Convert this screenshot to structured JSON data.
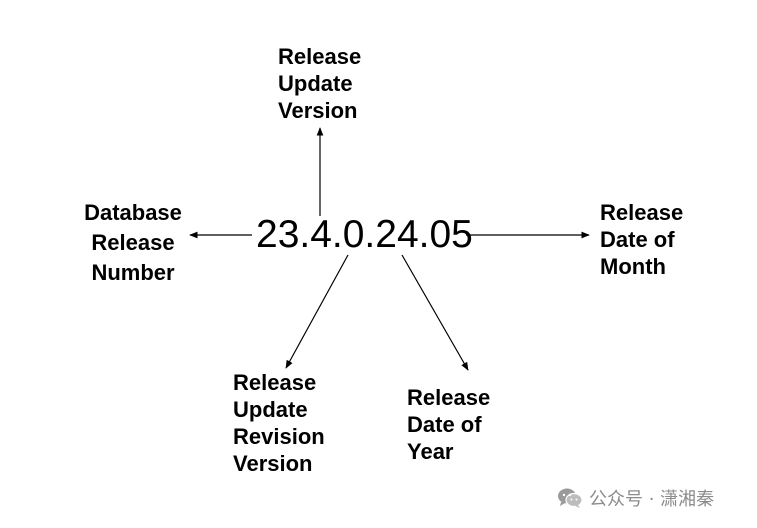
{
  "version_code": "23.4.0.24.05",
  "labels": {
    "database_release_number": [
      "Database",
      "Release",
      "Number"
    ],
    "release_update_version": [
      "Release",
      "Update",
      "Version"
    ],
    "release_date_of_month": [
      "Release",
      "Date of",
      "Month"
    ],
    "release_update_revision_version": [
      "Release",
      "Update",
      "Revision",
      "Version"
    ],
    "release_date_of_year": [
      "Release",
      "Date of",
      "Year"
    ]
  },
  "watermark": {
    "text": "公众号 · 潇湘秦",
    "icon": "wechat-icon"
  },
  "colors": {
    "text": "#000000",
    "arrow": "#000000",
    "watermark": "#8c8c8c"
  }
}
